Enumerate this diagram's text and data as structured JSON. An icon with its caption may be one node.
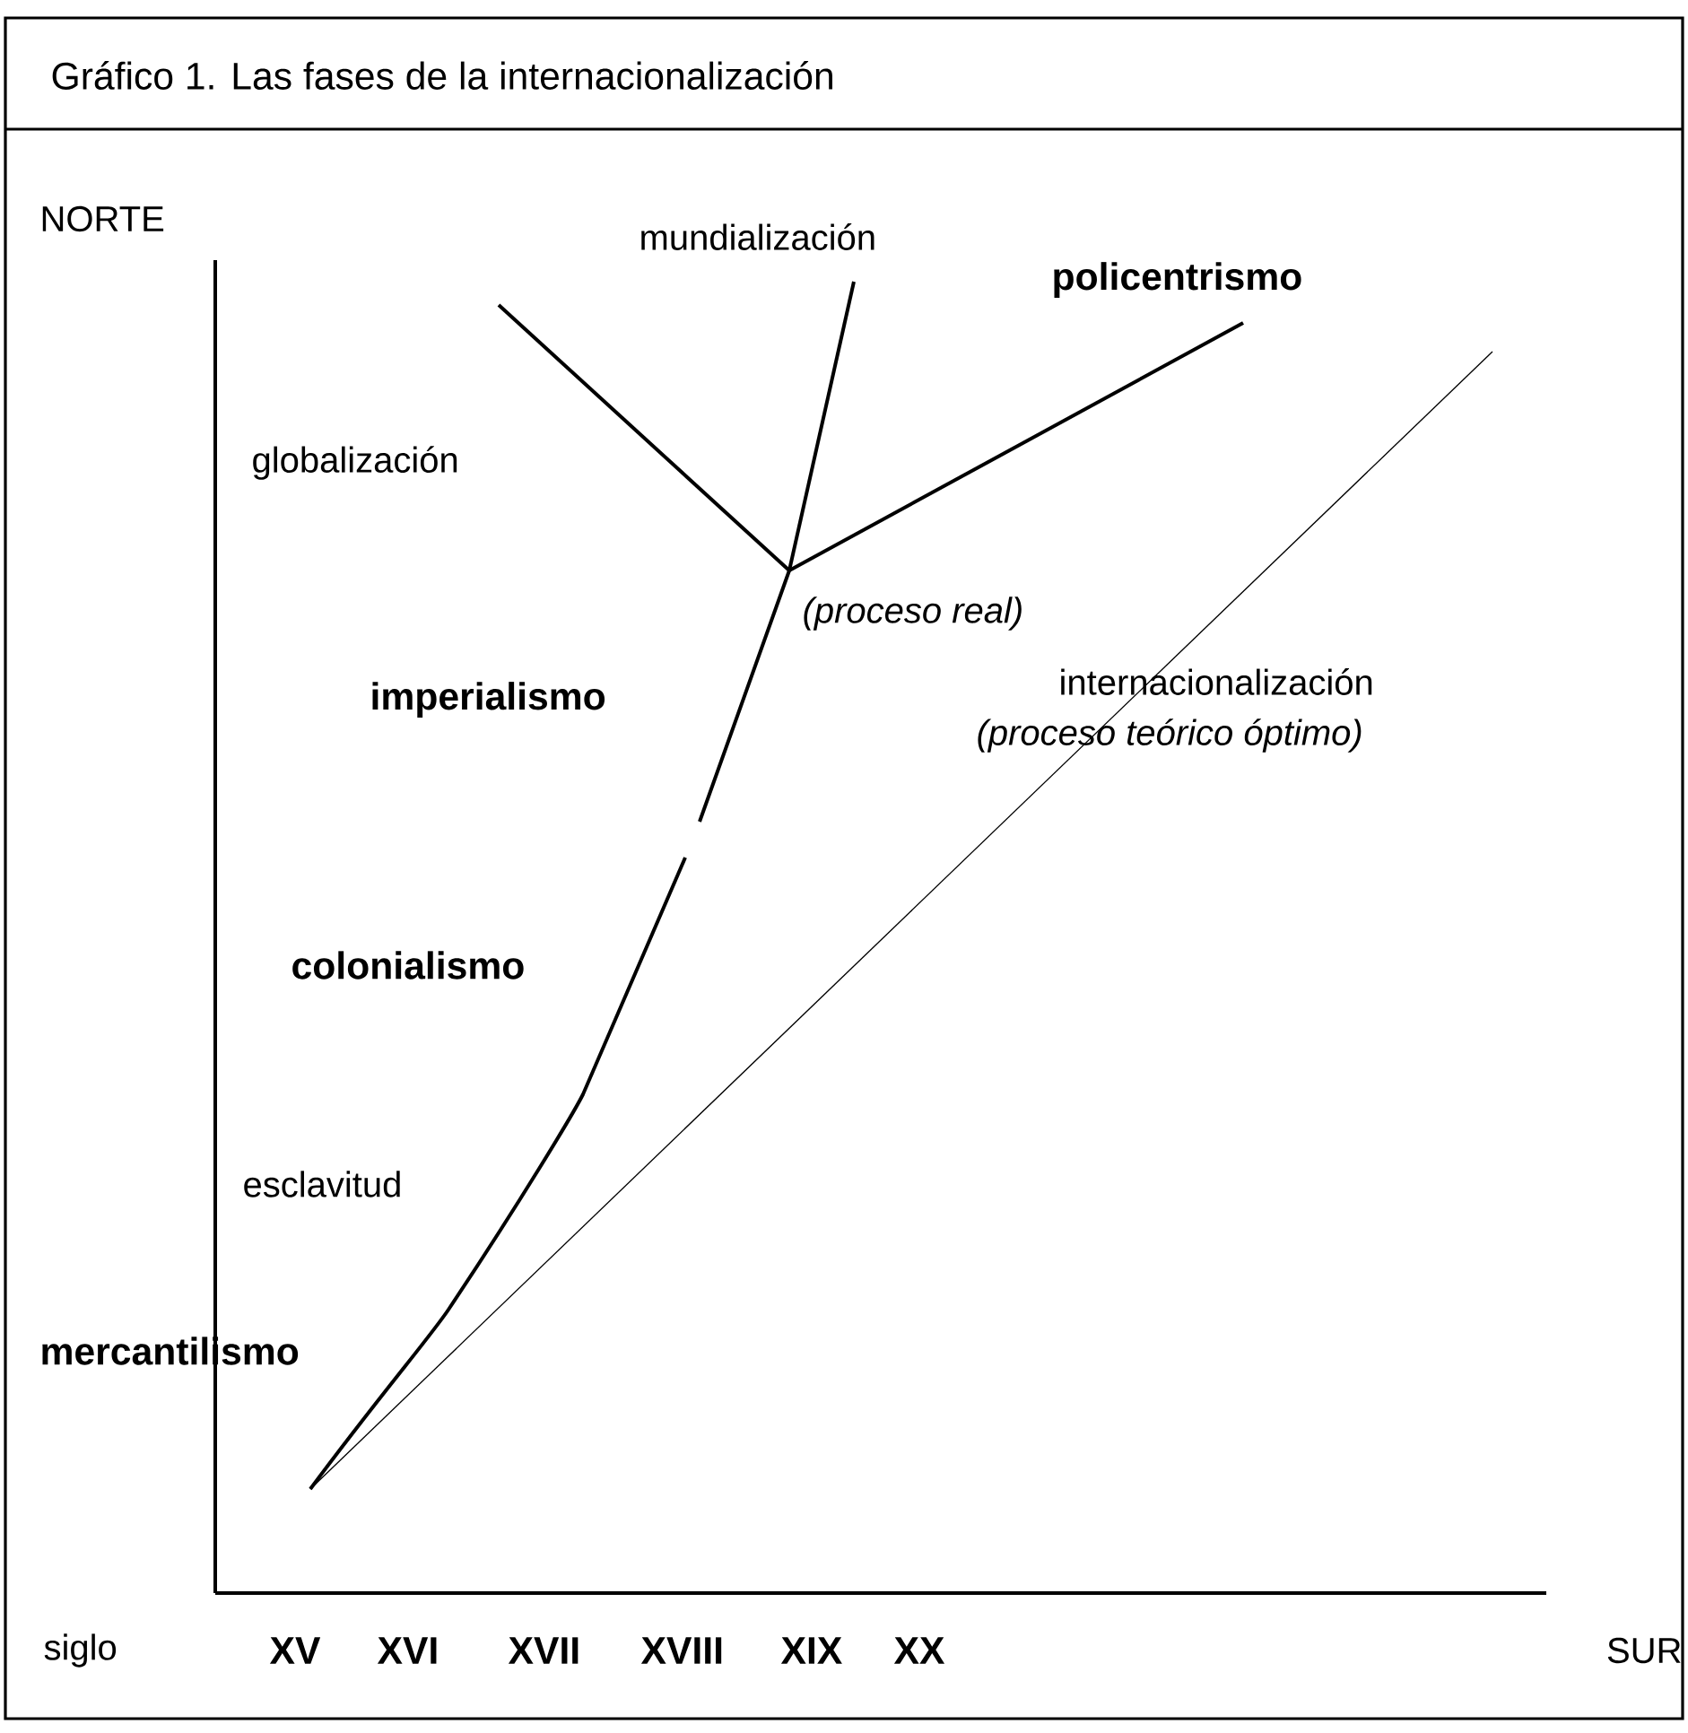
{
  "diagram": {
    "title": "Gráfico 1. Las fases de la internacionalización",
    "labels": [
      "NORTE",
      "mundialización",
      "policentrismo",
      "globalización",
      "(proceso real)",
      "imperialismo",
      "internacionalización",
      "(proceso teórico óptimo)",
      "colonialismo",
      "esclavitud",
      "mercantilismo",
      "siglo",
      "XV",
      "XVI",
      "XVII",
      "XVIII",
      "XIX",
      "XX",
      "SUR"
    ]
  }
}
